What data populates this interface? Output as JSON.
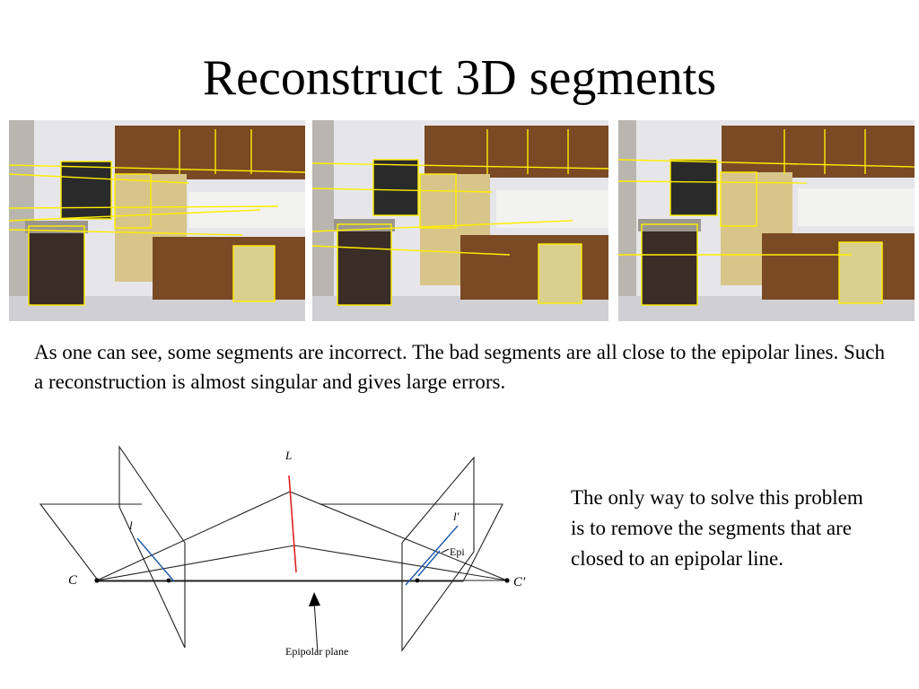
{
  "slide": {
    "title": "Reconstruct 3D segments",
    "paragraph": "As one can see, some segments are incorrect. The bad segments are all close to the epipolar lines. Such a reconstruction is almost singular and gives large errors.",
    "side_text": "The only way to solve this problem is to remove the segments that are closed to an epipolar line."
  },
  "photos": [
    "kitchen-view-1",
    "kitchen-view-2",
    "kitchen-view-3"
  ],
  "diagram": {
    "label_L": "L",
    "label_l": "l",
    "label_l_prime": "l′",
    "label_epi": "Epi",
    "label_C": "C",
    "label_C_prime": "C′",
    "label_epipolar_plane": "Epipolar plane"
  },
  "colors": {
    "segment": "#ffee00",
    "epipolar_line": "#1a56a8",
    "line_L": "#e02020",
    "cabinet": "#7a4a24",
    "wall": "#e8e8ec"
  }
}
